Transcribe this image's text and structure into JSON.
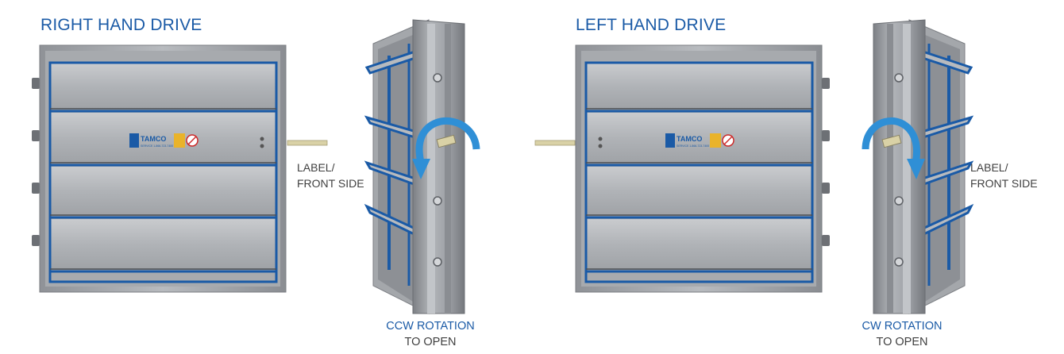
{
  "colors": {
    "accent_blue": "#1a5aa6",
    "arrow_blue": "#2f8fd6",
    "frame_gray": "#9a9da2",
    "blade_gray": "#b4b7bb",
    "shaft": "#d9d1a6",
    "text_gray": "#3f3f3f"
  },
  "panels": [
    {
      "title": "RIGHT HAND DRIVE",
      "label_text": "LABEL/\nFRONT SIDE",
      "rotation_line1": "CCW ROTATION",
      "rotation_line2": "TO OPEN",
      "rotation_direction": "counter-clockwise",
      "brand_name": "TAMCO",
      "brand_subtext": "SERVICE 1-866-723-7400"
    },
    {
      "title": "LEFT HAND DRIVE",
      "label_text": "LABEL/\nFRONT SIDE",
      "rotation_line1": "CW ROTATION",
      "rotation_line2": "TO OPEN",
      "rotation_direction": "clockwise",
      "brand_name": "TAMCO",
      "brand_subtext": "SERVICE 1-866-723-7400"
    }
  ]
}
